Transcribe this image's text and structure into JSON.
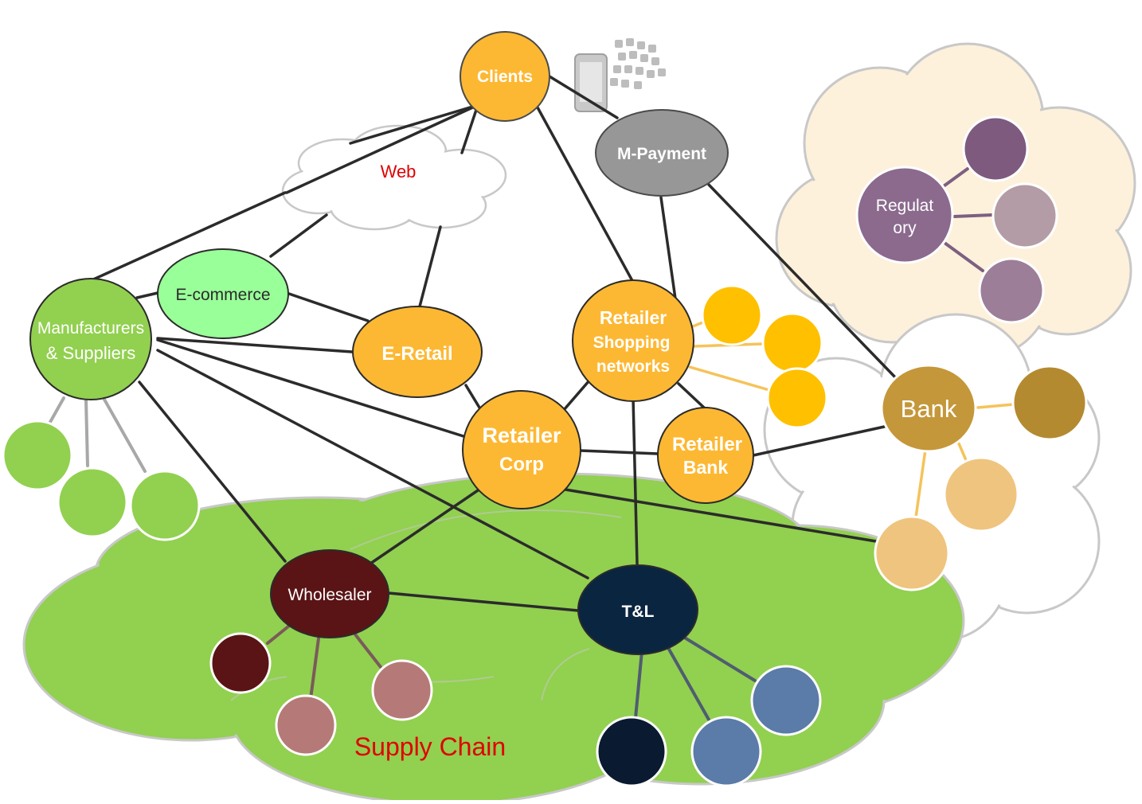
{
  "diagram": {
    "nodes": {
      "clients": {
        "label": "Clients"
      },
      "m_payment": {
        "label": "M-Payment"
      },
      "web": {
        "label": "Web"
      },
      "ecommerce": {
        "label": "E-commerce"
      },
      "manufacturers": {
        "line1": "Manufacturers",
        "line2": "& Suppliers"
      },
      "e_retail": {
        "label": "E-Retail"
      },
      "retailer_shopping": {
        "line1": "Retailer",
        "line2": "Shopping",
        "line3": "networks"
      },
      "retailer_corp": {
        "line1": "Retailer",
        "line2": "Corp"
      },
      "retailer_bank": {
        "line1": "Retailer",
        "line2": "Bank"
      },
      "bank": {
        "label": "Bank"
      },
      "regulatory": {
        "line1": "Regulat",
        "line2": "ory"
      },
      "wholesaler": {
        "label": "Wholesaler"
      },
      "tl": {
        "label": "T&L"
      }
    },
    "supply_chain": {
      "label": "Supply Chain"
    }
  },
  "colors": {
    "orange": "#FDB833",
    "green_cloud": "#92D050",
    "green_node": "#92D050",
    "light_green": "#99FF99",
    "gray": "#979797",
    "yellow": "#FFC000",
    "bank": "#C4973A",
    "bank_dark": "#B48A30",
    "bank_light": "#EFC47E",
    "regulatory": "#8B6A8E",
    "wholesaler": "#5A1416",
    "rose": "#B57A78",
    "navy": "#0A2540",
    "steel": "#5B7BA8",
    "supply_chain_text": "#E00000",
    "web_text": "#E00000"
  }
}
